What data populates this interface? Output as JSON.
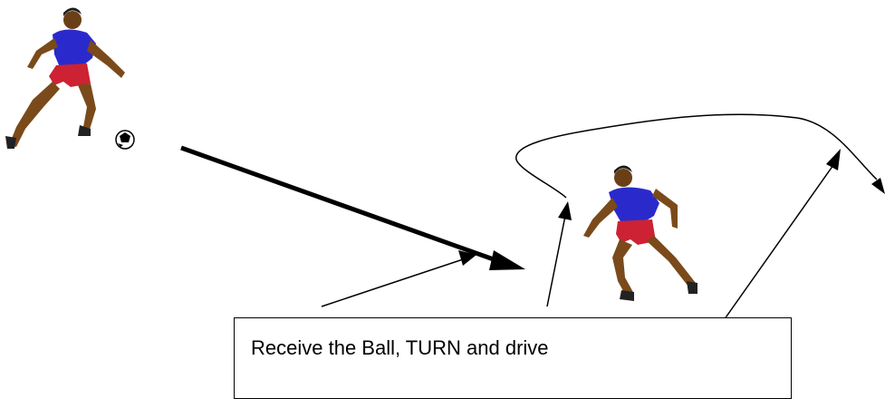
{
  "caption": {
    "text": "Receive the Ball, TURN and drive"
  },
  "figures": [
    {
      "name": "player-with-ball",
      "icon": "soccer-player-icon"
    },
    {
      "name": "receiving-player",
      "icon": "soccer-player-icon"
    },
    {
      "name": "ball",
      "icon": "soccer-ball-icon"
    }
  ],
  "colors": {
    "line": "#000000",
    "shirt": "#2a2acc",
    "shorts": "#cc2233",
    "skin": "#7a4a1a",
    "background": "#ffffff"
  }
}
